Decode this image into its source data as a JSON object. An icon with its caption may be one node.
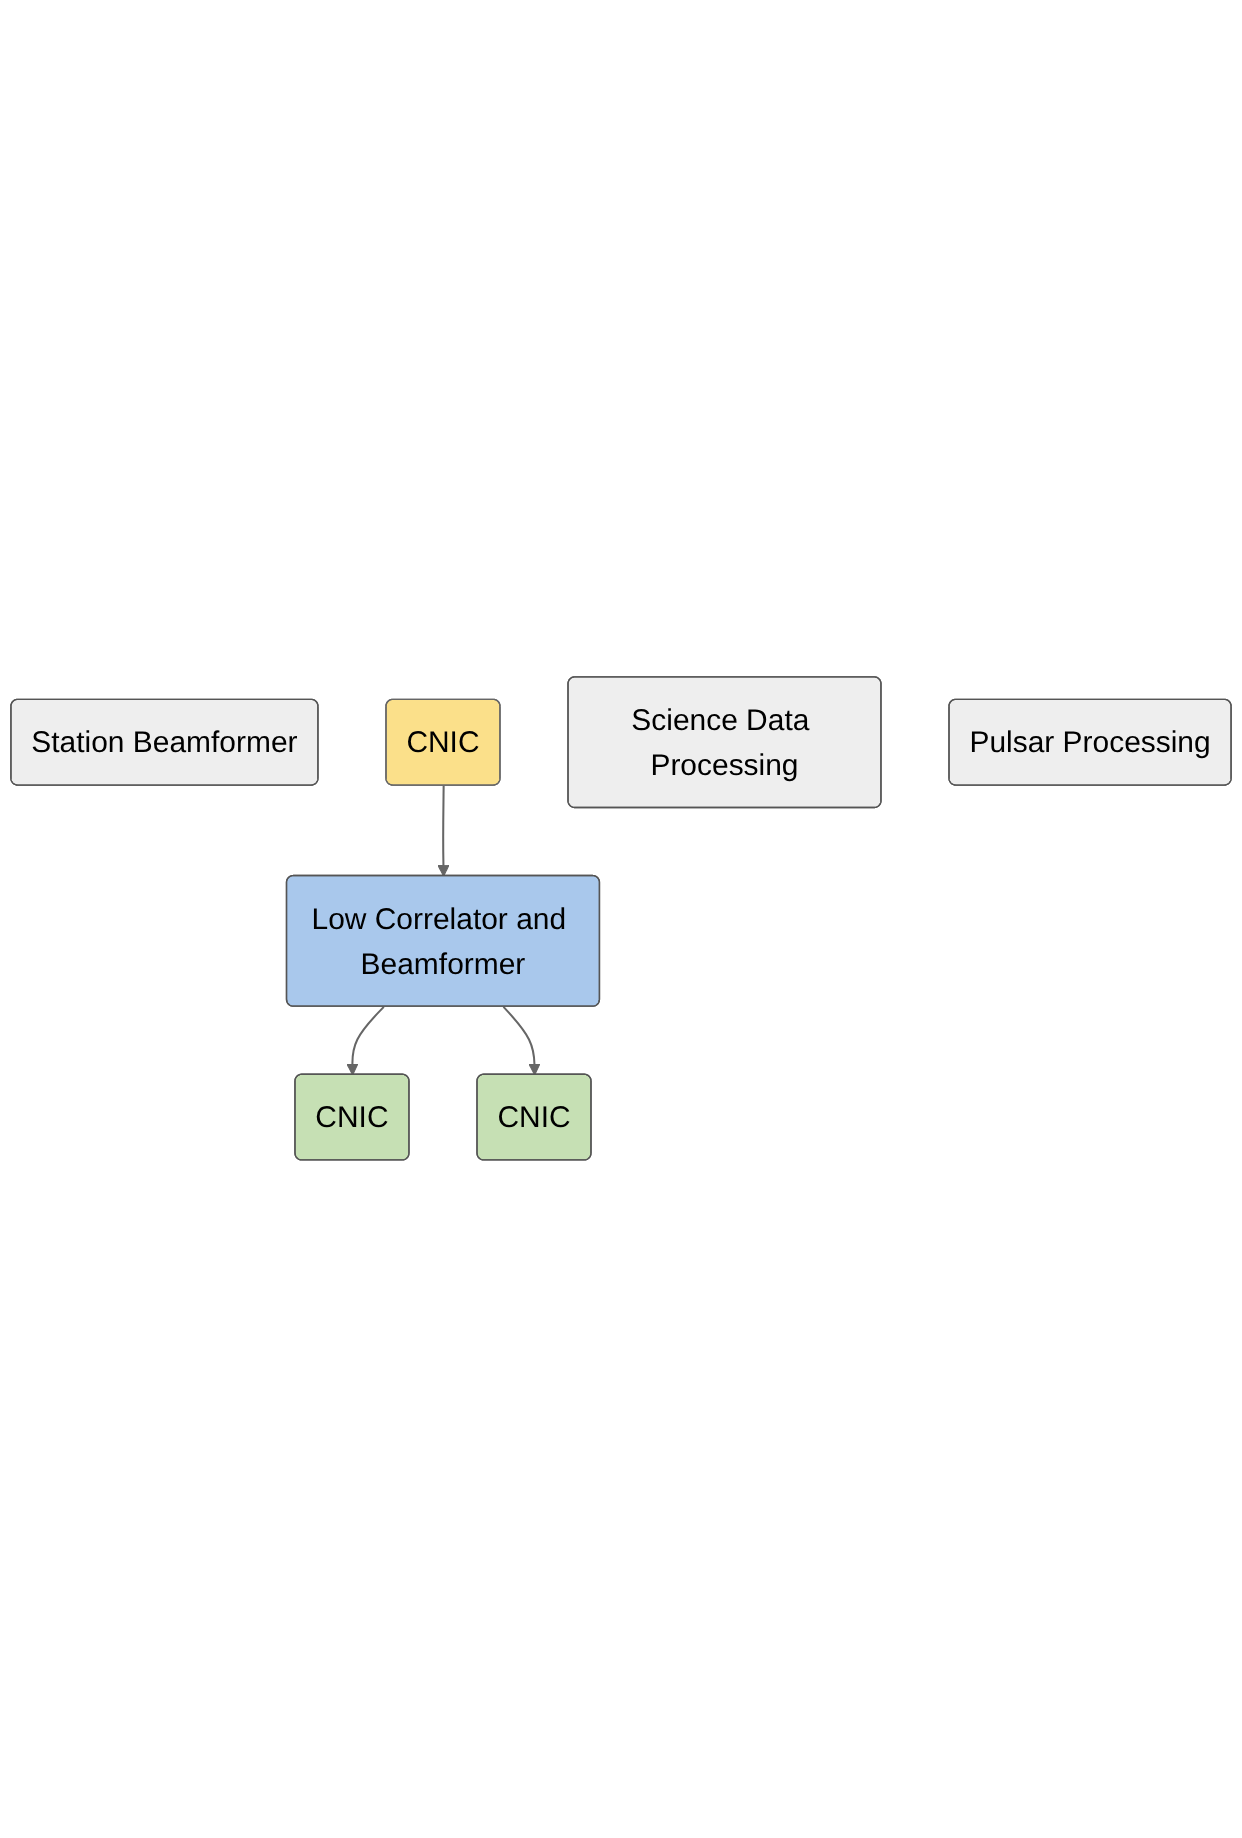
{
  "diagram": {
    "nodes": [
      {
        "text": [
          "Station Beamformer"
        ]
      },
      {
        "text": [
          "CNIC"
        ]
      },
      {
        "text": [
          "Low Correlator and Beamformer"
        ]
      },
      {
        "text": [
          "CNIC"
        ]
      },
      {
        "text": [
          "CNIC"
        ]
      },
      {
        "text": [
          "Science Data Processing"
        ]
      },
      {
        "text": [
          "Pulsar Processing"
        ]
      }
    ],
    "edges": [
      {
        "from": 1,
        "to": 2,
        "arrow": "to"
      },
      {
        "from": 2,
        "to": 3,
        "arrow": "to"
      },
      {
        "from": 2,
        "to": 4,
        "arrow": "to"
      }
    ]
  }
}
